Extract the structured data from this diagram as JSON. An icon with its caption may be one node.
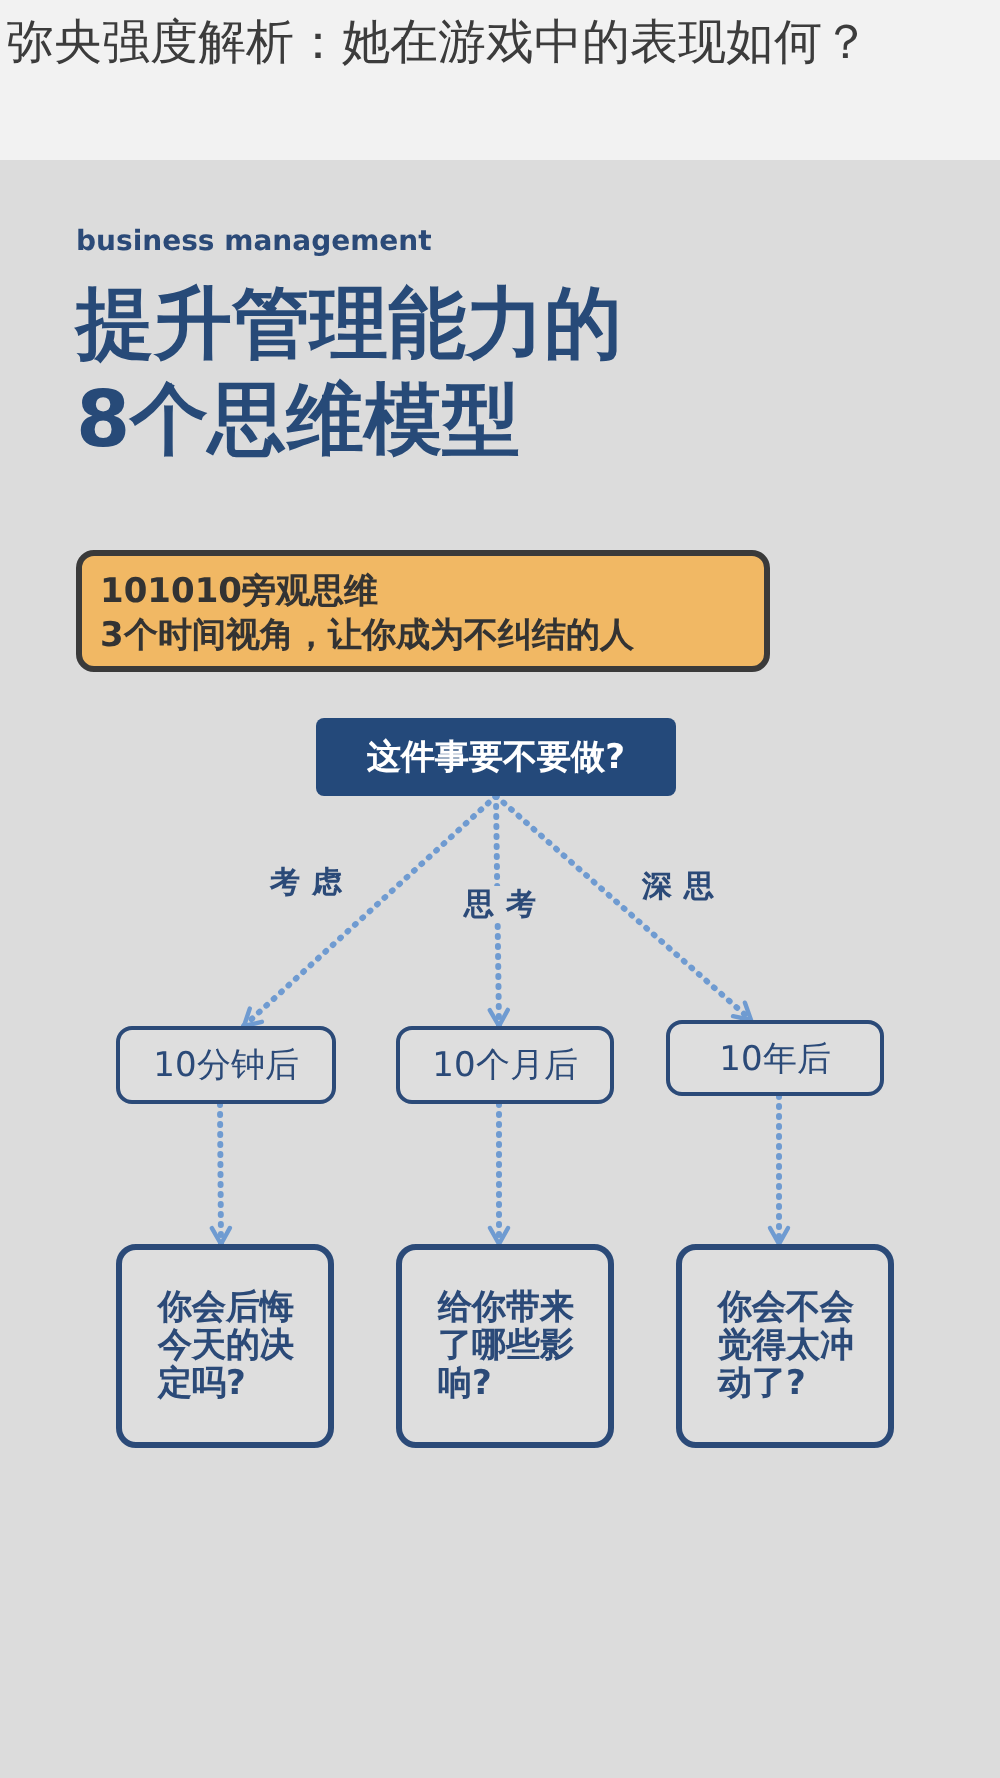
{
  "diagram": {
    "title": "提升管理能力的8个思维模型",
    "nodes": [
      {
        "text": [
          "101010旁观思维",
          "3个时间视角，让你成为不纠结的人"
        ]
      },
      {
        "text": [
          "这件事要不要做?"
        ]
      },
      {
        "text": [
          "10分钟后"
        ]
      },
      {
        "text": [
          "10个月后"
        ]
      },
      {
        "text": [
          "10年后"
        ]
      },
      {
        "text": [
          "你会后悔今天的决定吗?"
        ]
      },
      {
        "text": [
          "给你带来了哪些影响?"
        ]
      },
      {
        "text": [
          "你会不会觉得太冲动了?"
        ]
      }
    ],
    "edges": [
      {
        "from": 1,
        "to": 2,
        "arrow": "to",
        "label": "考虑",
        "style": "dashed"
      },
      {
        "from": 1,
        "to": 3,
        "arrow": "to",
        "label": "思考",
        "style": "dashed"
      },
      {
        "from": 1,
        "to": 4,
        "arrow": "to",
        "label": "深思",
        "style": "dashed"
      },
      {
        "from": 2,
        "to": 5,
        "arrow": "to",
        "style": "dashed"
      },
      {
        "from": 3,
        "to": 6,
        "arrow": "to",
        "style": "dashed"
      },
      {
        "from": 4,
        "to": 7,
        "arrow": "to",
        "style": "dashed"
      }
    ],
    "labels": [
      "弥央强度解析：她在游戏中的表现如何？",
      "business management"
    ]
  }
}
